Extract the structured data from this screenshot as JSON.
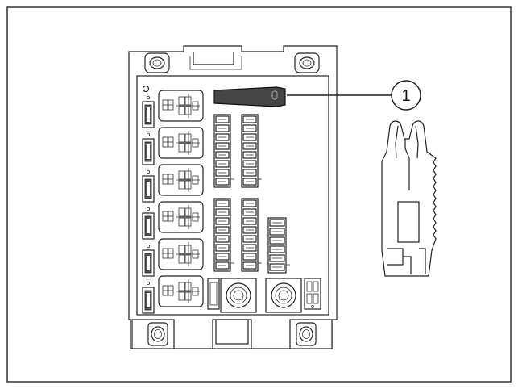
{
  "callout": {
    "number": "1"
  },
  "colors": {
    "line": "#222222",
    "highlight": "#444444",
    "frame": "#333333",
    "background": "#ffffff"
  },
  "parts": [
    "fuse-box",
    "fuse-puller-slot",
    "fuse-puller-tool"
  ]
}
